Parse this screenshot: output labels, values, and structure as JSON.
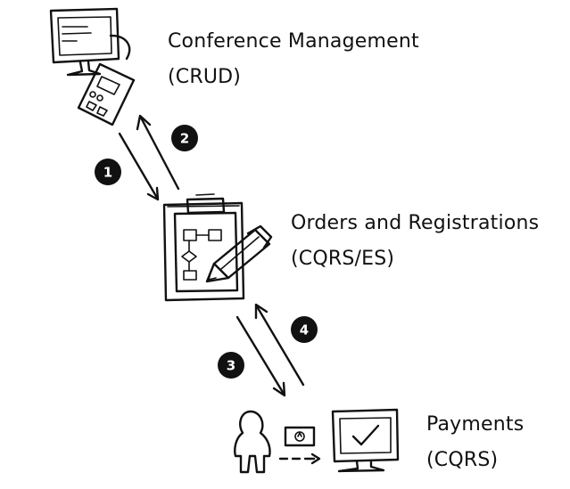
{
  "nodes": {
    "conference": {
      "title": "Conference Management",
      "subtitle": "(CRUD)"
    },
    "orders": {
      "title": "Orders and Registrations",
      "subtitle": "(CQRS/ES)"
    },
    "payments": {
      "title": "Payments",
      "subtitle": "(CQRS)"
    }
  },
  "steps": [
    "1",
    "2",
    "3",
    "4"
  ],
  "colors": {
    "ink": "#111111",
    "paper": "#ffffff"
  },
  "icons": [
    "monitor-icon",
    "tablet-icon",
    "clipboard-icon",
    "pencil-icon",
    "person-icon",
    "payment-card-icon",
    "monitor-check-icon"
  ]
}
